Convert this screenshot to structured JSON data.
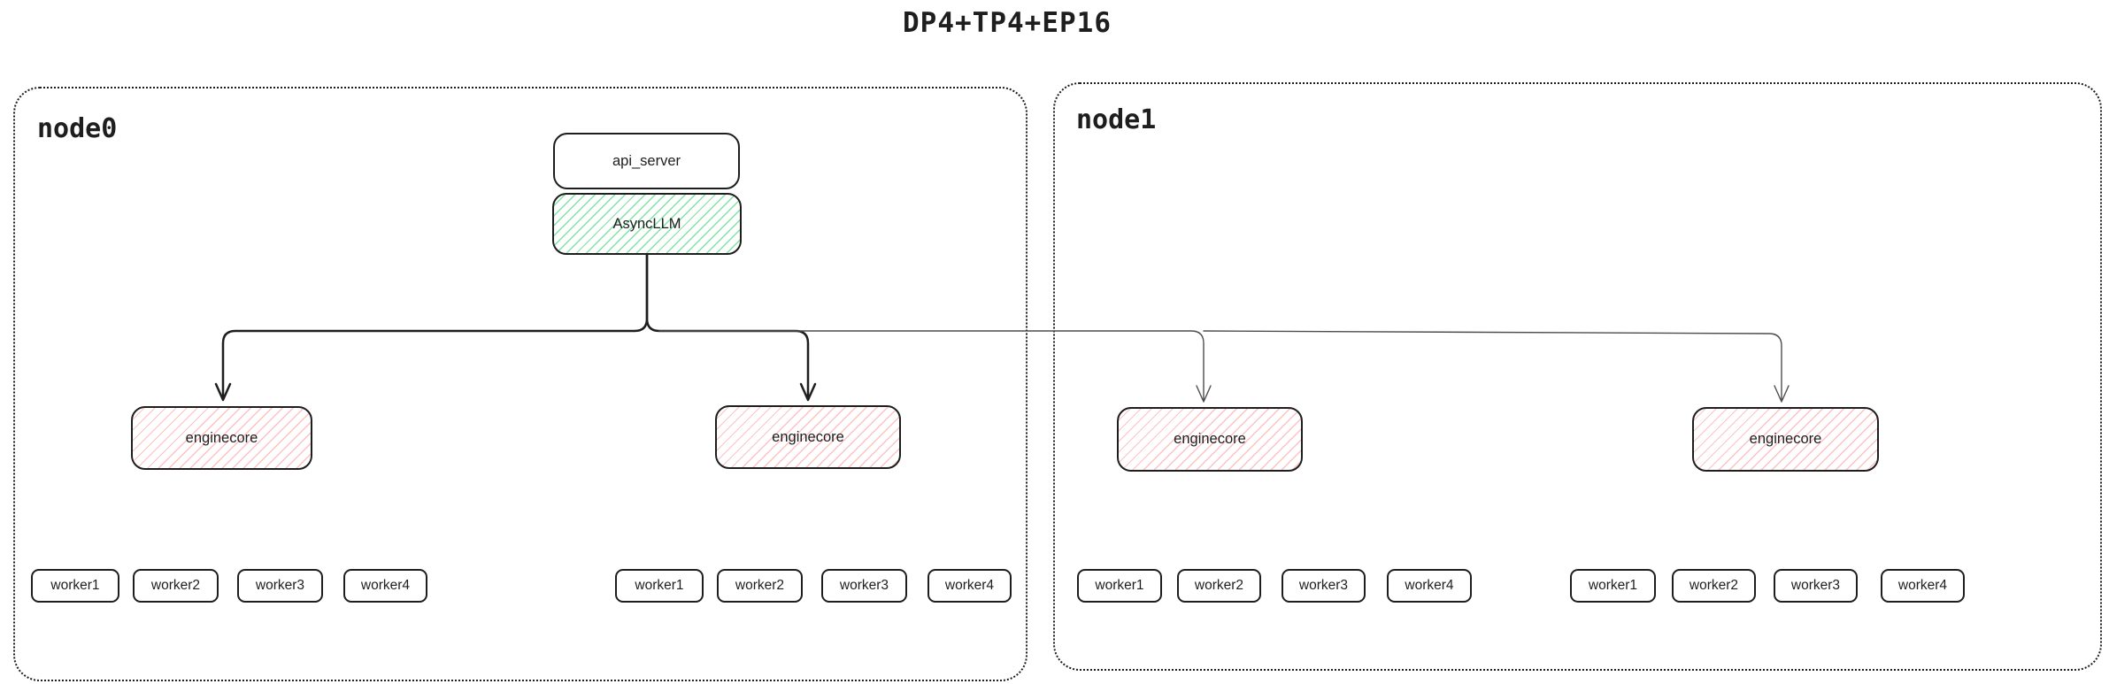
{
  "title": "DP4+TP4+EP16",
  "diagram": {
    "node0": {
      "label": "node0",
      "api_server_label": "api_server",
      "async_llm_label": "AsyncLLM",
      "enginecores": [
        "enginecore",
        "enginecore"
      ],
      "worker_groups": [
        [
          "worker1",
          "worker2",
          "worker3",
          "worker4"
        ],
        [
          "worker1",
          "worker2",
          "worker3",
          "worker4"
        ]
      ]
    },
    "node1": {
      "label": "node1",
      "enginecores": [
        "enginecore",
        "enginecore"
      ],
      "worker_groups": [
        [
          "worker1",
          "worker2",
          "worker3",
          "worker4"
        ],
        [
          "worker1",
          "worker2",
          "worker3",
          "worker4"
        ]
      ]
    }
  },
  "colors": {
    "stroke": "#1e1e1e",
    "async_llm_hatch": "#7ee4a4",
    "enginecore_hatch": "#ffc2c2",
    "thin_connector": "#4d4d4d",
    "background": "#ffffff"
  }
}
